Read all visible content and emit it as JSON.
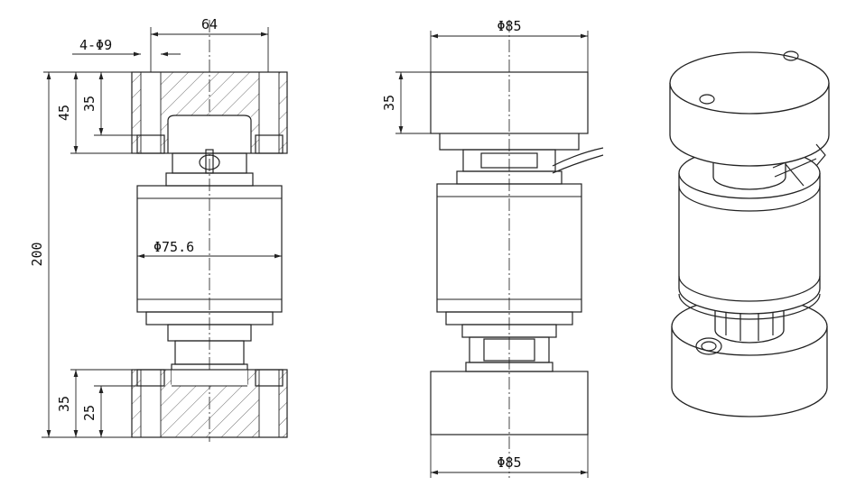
{
  "dimensions": {
    "front_width": "64",
    "holes": "4-Φ9",
    "top_height_45": "45",
    "top_height_35": "35",
    "total_height": "200",
    "body_diameter": "Φ75.6",
    "bottom_height_35": "35",
    "bottom_height_25": "25",
    "side_top_diameter": "Φ85",
    "side_top_height": "35",
    "side_bottom_diameter": "Φ85"
  }
}
